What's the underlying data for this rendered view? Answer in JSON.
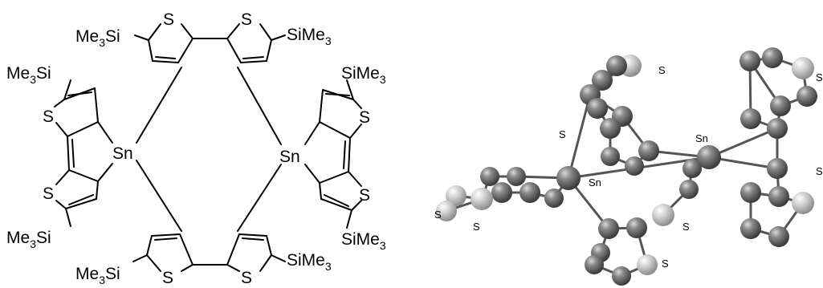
{
  "schematic": {
    "sulfur": "S",
    "tin": "Sn",
    "tms_left": {
      "main": "Me",
      "sub": "3",
      "tail": "Si"
    },
    "tms_right": {
      "main": "SiMe",
      "sub": "3"
    }
  },
  "model": {
    "labels": [
      "S",
      "S",
      "S",
      "S",
      "S",
      "S",
      "S",
      "S"
    ],
    "tin_labels": [
      "Sn",
      "Sn"
    ]
  }
}
